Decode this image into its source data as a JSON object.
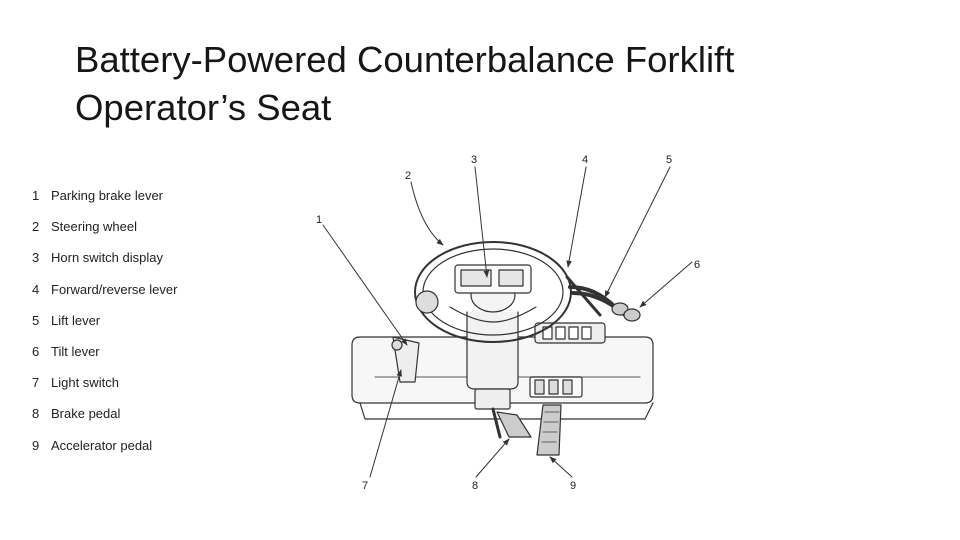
{
  "slide": {
    "title_line1": "Battery-Powered Counterbalance Forklift",
    "title_line2": "Operator’s Seat"
  },
  "legend": [
    {
      "num": "1",
      "label": "Parking brake lever"
    },
    {
      "num": "2",
      "label": "Steering wheel"
    },
    {
      "num": "3",
      "label": "Horn switch display"
    },
    {
      "num": "4",
      "label": "Forward/reverse lever"
    },
    {
      "num": "5",
      "label": "Lift lever"
    },
    {
      "num": "6",
      "label": "Tilt lever"
    },
    {
      "num": "7",
      "label": "Light switch"
    },
    {
      "num": "8",
      "label": "Brake pedal"
    },
    {
      "num": "9",
      "label": "Accelerator pedal"
    }
  ],
  "callouts": [
    "1",
    "2",
    "3",
    "4",
    "5",
    "6",
    "7",
    "8",
    "9"
  ],
  "colors": {
    "line": "#333333",
    "shade": "#e8e8e8",
    "text": "#161616"
  }
}
